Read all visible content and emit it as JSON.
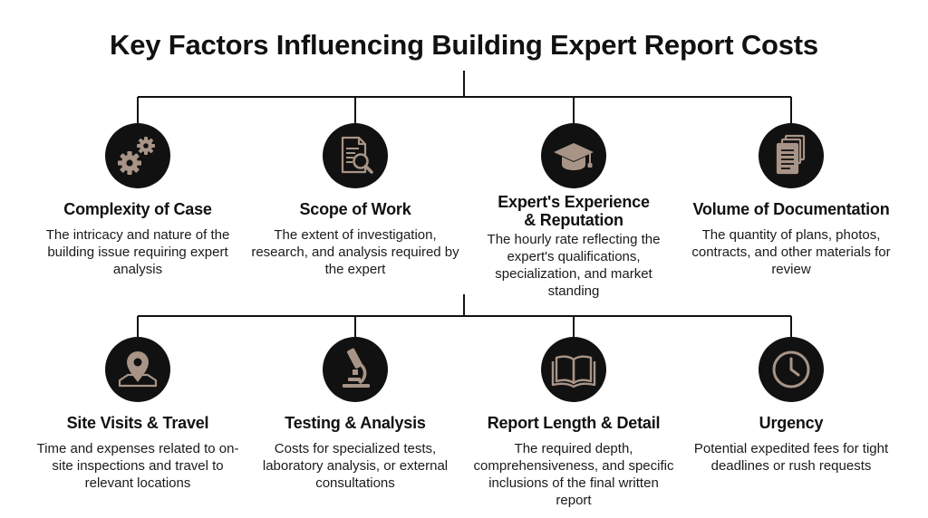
{
  "title": "Key Factors Influencing Building Expert Report Costs",
  "colors": {
    "icon_bg": "#111111",
    "icon_fg": "#a89486",
    "line": "#111111"
  },
  "top_row": [
    {
      "icon": "gears-icon",
      "title": "Complexity of Case",
      "description": "The intricacy and nature of the building issue requiring expert analysis"
    },
    {
      "icon": "document-magnifier-icon",
      "title": "Scope of Work",
      "description": "The extent of investigation, research, and analysis required by the expert"
    },
    {
      "icon": "graduation-cap-icon",
      "title_line1": "Expert's Experience",
      "title_line2": "& Reputation",
      "description": "The hourly rate reflecting the expert's qualifications, specialization, and market standing"
    },
    {
      "icon": "documents-stack-icon",
      "title": "Volume of Documentation",
      "description": "The quantity of plans, photos, contracts, and other materials for review"
    }
  ],
  "bottom_row": [
    {
      "icon": "map-pin-icon",
      "title": "Site Visits & Travel",
      "description": "Time and expenses related to on-site inspections and travel to relevant locations"
    },
    {
      "icon": "microscope-icon",
      "title": "Testing & Analysis",
      "description": "Costs for specialized tests, laboratory analysis, or external consultations"
    },
    {
      "icon": "open-book-icon",
      "title": "Report Length & Detail",
      "description": "The required depth, comprehensiveness, and specific inclusions of the final written report"
    },
    {
      "icon": "clock-icon",
      "title": "Urgency",
      "description": "Potential expedited fees for tight deadlines or rush requests"
    }
  ]
}
